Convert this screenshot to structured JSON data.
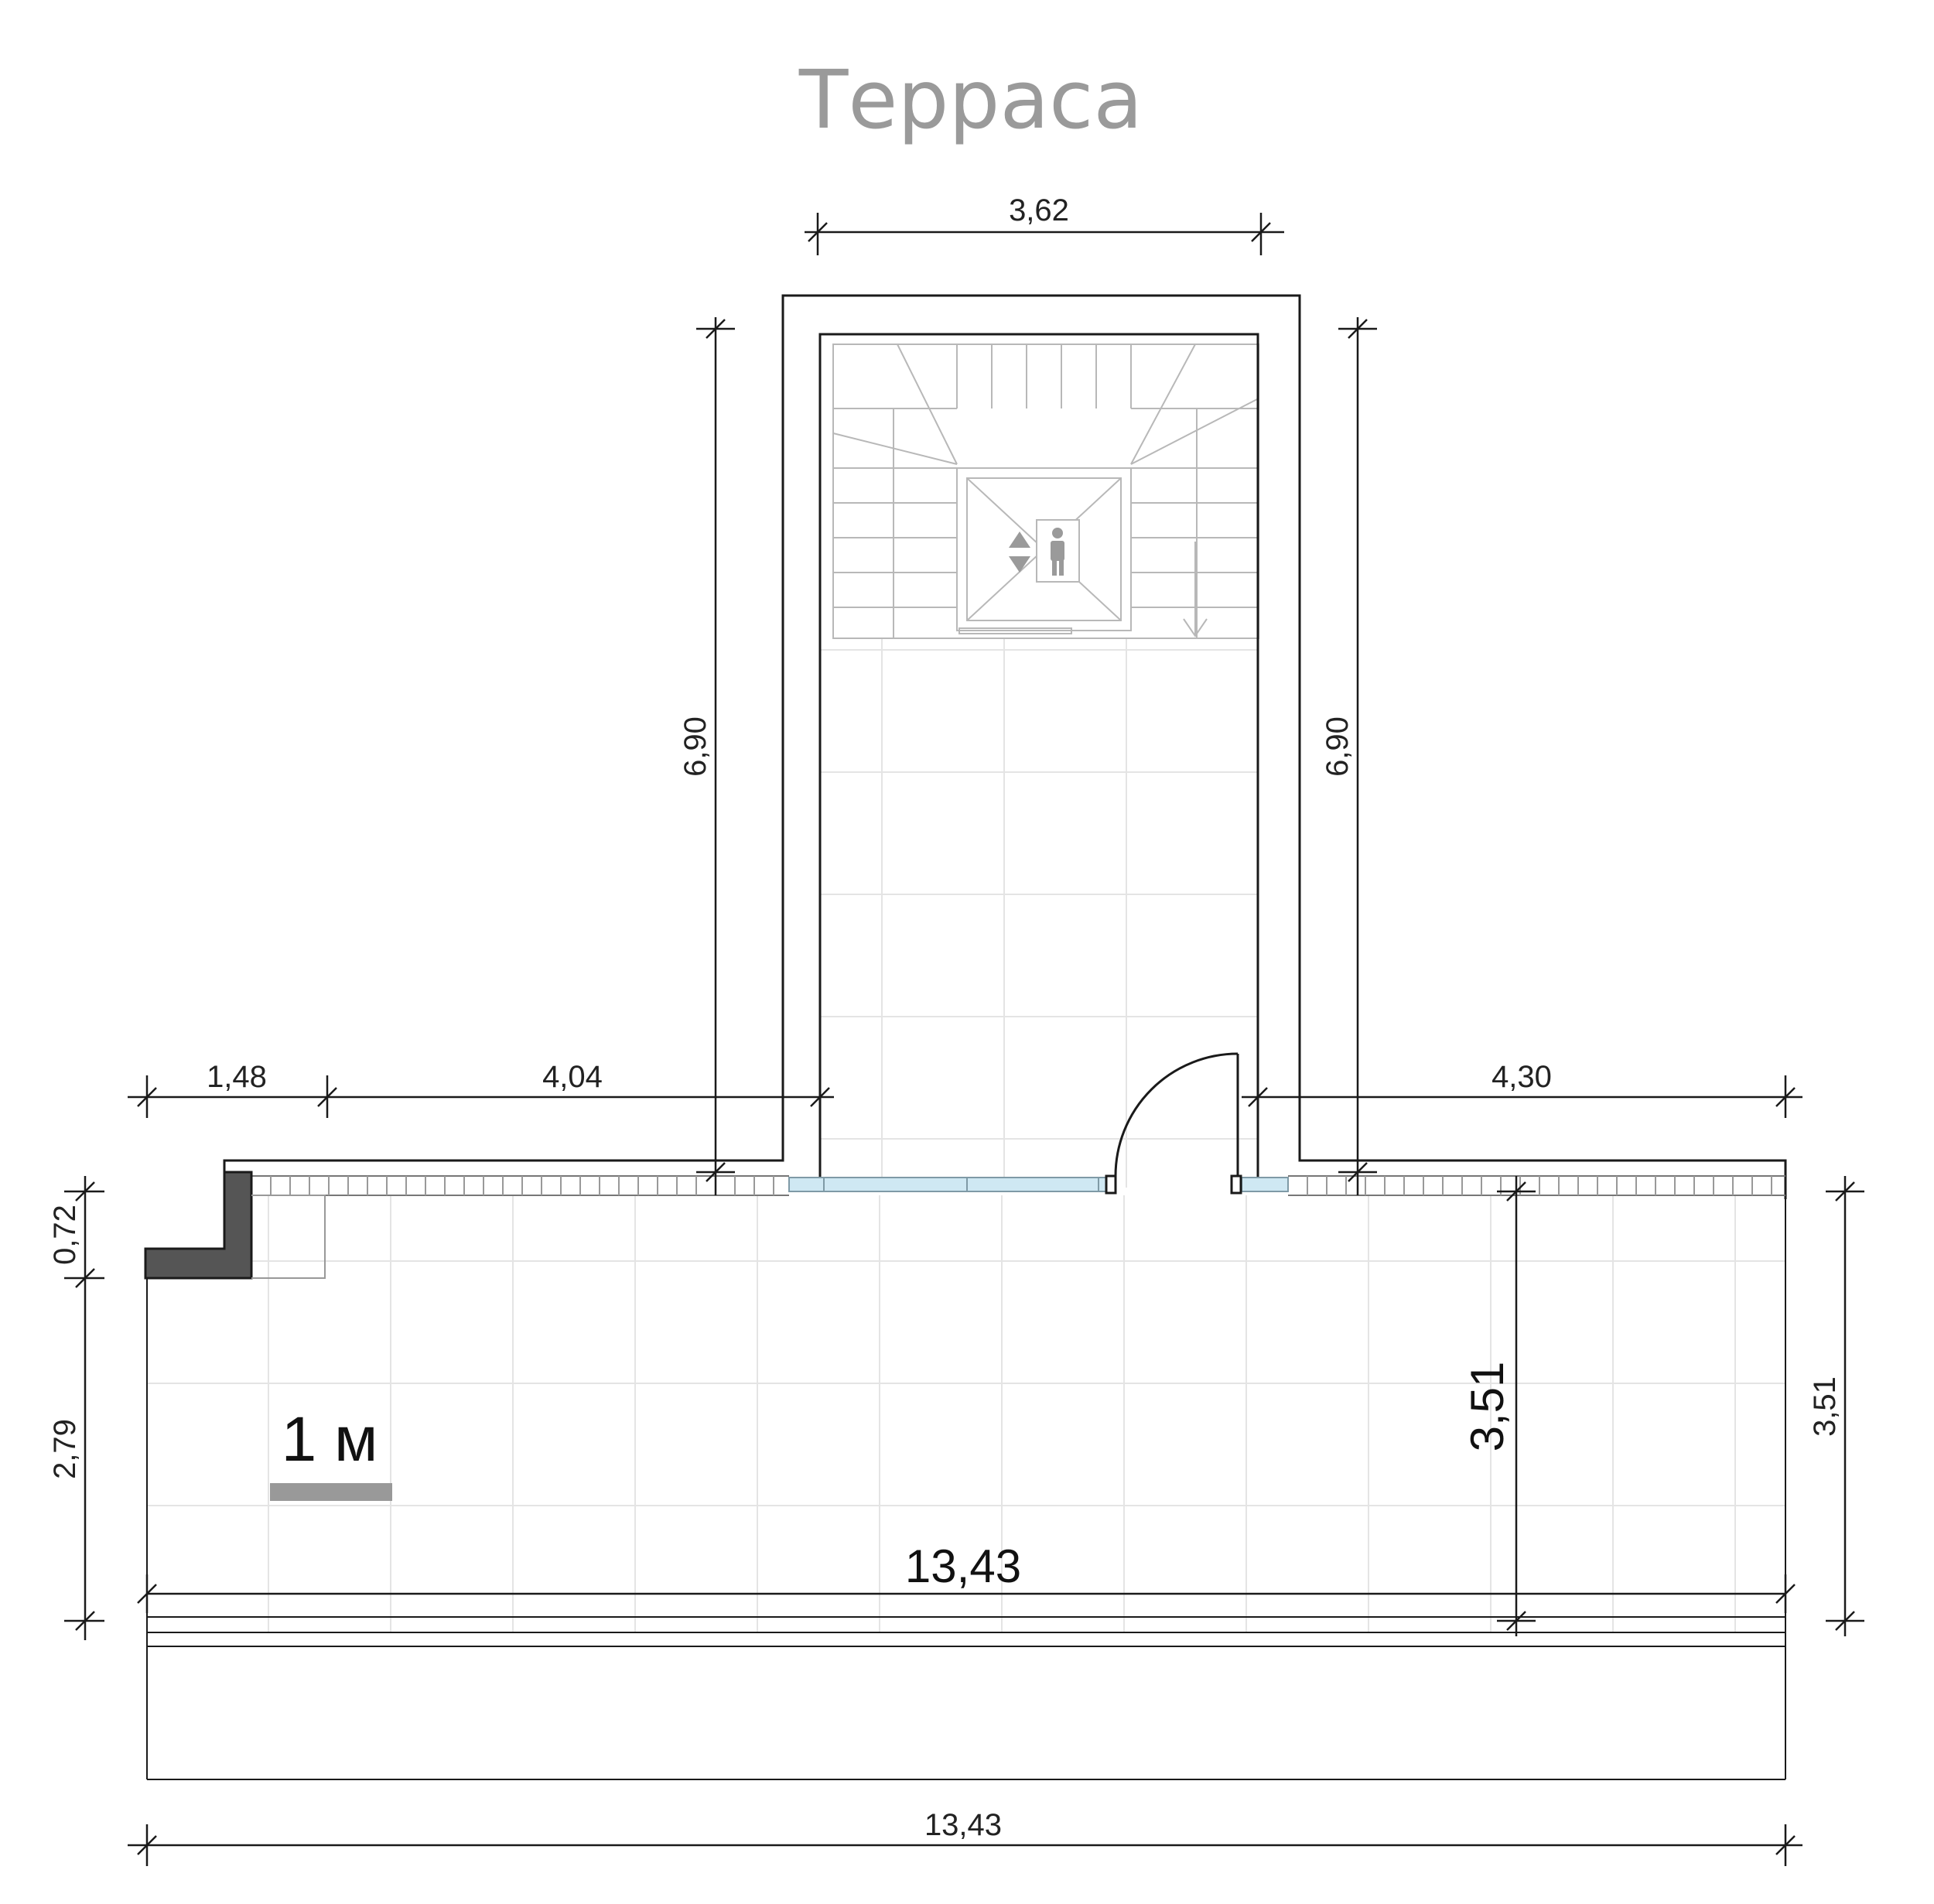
{
  "title": "Терраса",
  "dimensions": {
    "stair_width": "3,62",
    "stair_height_left": "6,90",
    "stair_height_right": "6,90",
    "left_segment_1": "1,48",
    "left_segment_2": "4,04",
    "right_segment": "4,30",
    "left_step": "0,72",
    "left_height": "2,79",
    "inner_height": "3,51",
    "right_height": "3,51",
    "inner_width": "13,43",
    "total_width": "13,43"
  },
  "scale_bar": {
    "label": "1 м"
  },
  "colors": {
    "wall": "#1a1a1a",
    "grid": "#e4e4e4",
    "stair": "#b8b8b8",
    "glass": "#cfe8f3",
    "column": "#555555",
    "scale_bar": "#999999",
    "title": "#9a9a9a"
  },
  "icons": [
    "elevator-icon",
    "person-icon"
  ]
}
